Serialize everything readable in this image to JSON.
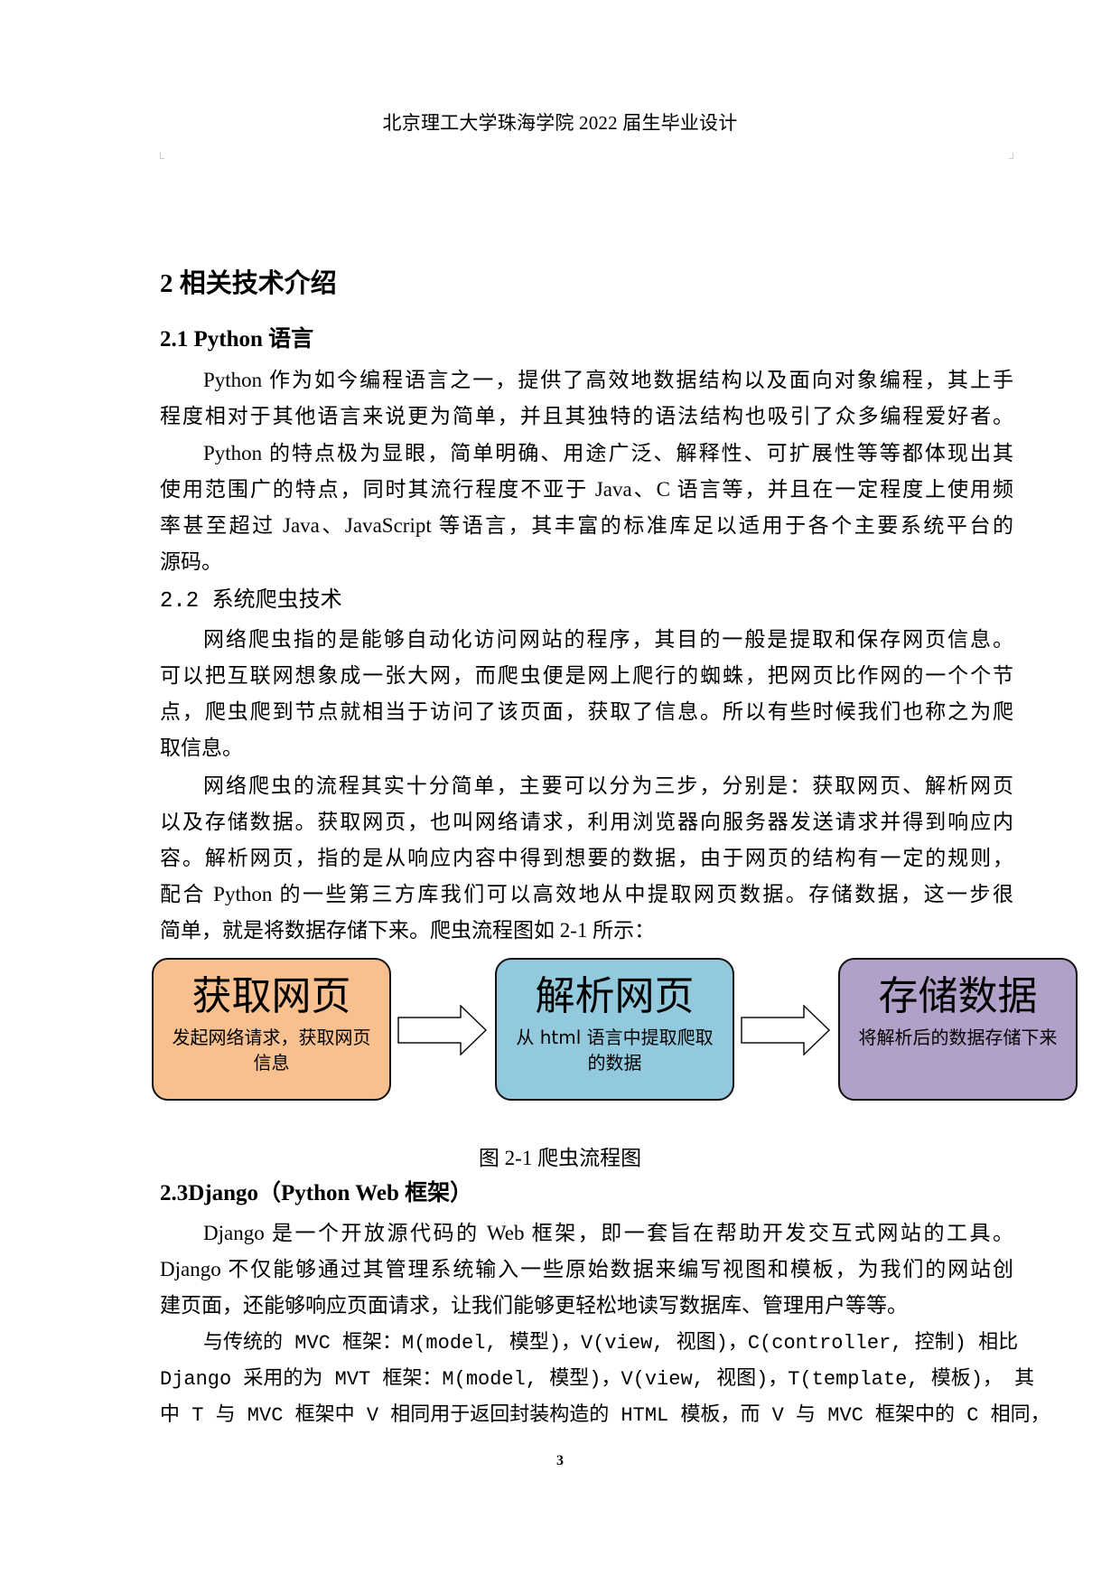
{
  "header": {
    "running_title": "北京理工大学珠海学院 2022 届生毕业设计"
  },
  "chapter": {
    "title": "2 相关技术介绍"
  },
  "sections": [
    {
      "heading": "2.1 Python 语言",
      "lines": [
        "Python 作为如今编程语言之一，提供了高效地数据结构以及面向对象编程，其上手",
        "程度相对于其他语言来说更为简单，并且其独特的语法结构也吸引了众多编程爱好者。",
        "Python 的特点极为显眼，简单明确、用途广泛、解释性、可扩展性等等都体现出其",
        "使用范围广的特点，同时其流行程度不亚于 Java、C 语言等，并且在一定程度上使用频",
        "率甚至超过 Java、JavaScript 等语言，其丰富的标准库足以适用于各个主要系统平台的",
        "源码。"
      ]
    },
    {
      "heading": "2.2 系统爬虫技术",
      "lines": [
        "网络爬虫指的是能够自动化访问网站的程序，其目的一般是提取和保存网页信息。",
        "可以把互联网想象成一张大网，而爬虫便是网上爬行的蜘蛛，把网页比作网的一个个节",
        "点，爬虫爬到节点就相当于访问了该页面，获取了信息。所以有些时候我们也称之为爬",
        "取信息。",
        "网络爬虫的流程其实十分简单，主要可以分为三步，分别是：获取网页、解析网页",
        "以及存储数据。获取网页，也叫网络请求，利用浏览器向服务器发送请求并得到响应内",
        "容。解析网页，指的是从响应内容中得到想要的数据，由于网页的结构有一定的规则，",
        "配合 Python 的一些第三方库我们可以高效地从中提取网页数据。存储数据，这一步很",
        "简单，就是将数据存储下来。爬虫流程图如 2-1 所示："
      ]
    },
    {
      "heading": "2.3Django（Python Web 框架）",
      "lines": [
        "Django 是一个开放源代码的 Web 框架，即一套旨在帮助开发交互式网站的工具。",
        "Django 不仅能够通过其管理系统输入一些原始数据来编写视图和模板，为我们的网站创",
        "建页面，还能够响应页面请求，让我们能够更轻松地读写数据库、管理用户等等。",
        "与传统的 MVC 框架：M(model, 模型)，V(view, 视图)，C(controller, 控制) 相比",
        "Django 采用的为 MVT 框架：M(model, 模型)，V(view, 视图)，T(template, 模板)， 其",
        "中 T 与 MVC 框架中 V 相同用于返回封装构造的 HTML 模板，而 V 与 MVC 框架中的 C 相同，"
      ]
    }
  ],
  "figure": {
    "caption": "图 2-1  爬虫流程图",
    "nodes": [
      {
        "title": "获取网页",
        "desc": "发起网络请求，获取网页信息",
        "color": "#f9c08f"
      },
      {
        "title": "解析网页",
        "desc": "从 html 语言中提取爬取的数据",
        "color": "#93c9dc"
      },
      {
        "title": "存储数据",
        "desc": "将解析后的数据存储下来",
        "color": "#b1a0c7"
      }
    ],
    "arrow_icon": "right-block-arrow"
  },
  "footer": {
    "page_number": "3"
  }
}
